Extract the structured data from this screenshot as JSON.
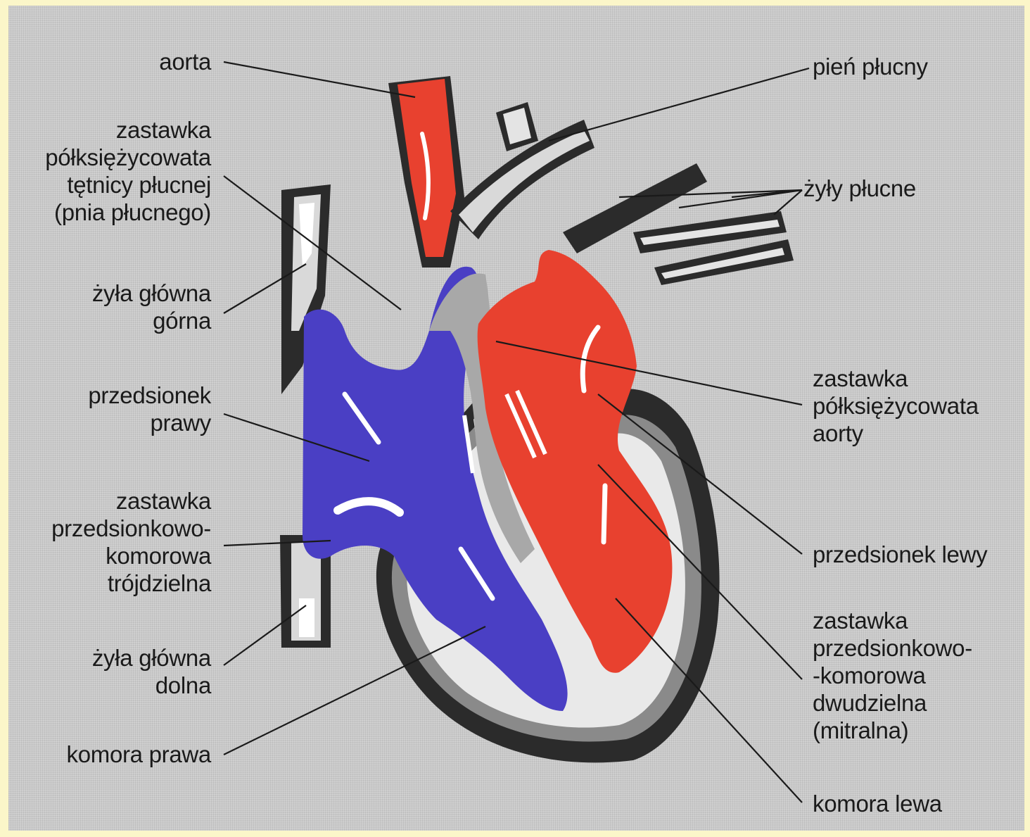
{
  "diagram": {
    "labels_left": {
      "aorta": "aorta",
      "pulmonary_valve": "zastawka\npółksiężycowata\ntętnicy płucnej\n(pnia płucnego)",
      "superior_vena_cava": "żyła główna\ngórna",
      "right_atrium": "przedsionek\nprawy",
      "tricuspid_valve": "zastawka\nprzedsionkowo-\nkomorowa\ntrójdzielna",
      "inferior_vena_cava": "żyła główna\ndolna",
      "right_ventricle": "komora prawa"
    },
    "labels_right": {
      "pulmonary_trunk": "pień płucny",
      "pulmonary_veins": "żyły płucne",
      "aortic_valve": "zastawka\npółksiężycowata\naorty",
      "left_atrium": "przedsionek lewy",
      "mitral_valve": "zastawka\nprzedsionkowo-\n-komorowa\ndwudzielna\n(mitralna)",
      "left_ventricle": "komora lewa"
    },
    "colors": {
      "oxygenated": "#e8412f",
      "deoxygenated": "#4a3fc4",
      "wall": "#2a2a2a",
      "vessel_light": "#d6d6d6",
      "background": "#c9c9c9",
      "frame": "#fbf6c9"
    }
  }
}
